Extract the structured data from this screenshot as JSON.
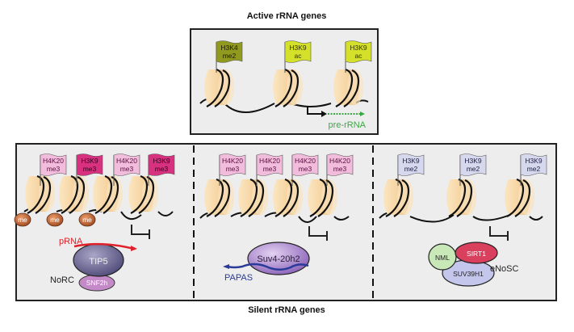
{
  "active": {
    "title": "Active rRNA genes",
    "flags": [
      {
        "line1": "H3K4",
        "line2": "me2",
        "color": "#8f9a1e",
        "text_color": "#1a1a00"
      },
      {
        "line1": "H3K9",
        "line2": "ac",
        "color": "#d4e02a",
        "text_color": "#333300"
      },
      {
        "line1": "H3K9",
        "line2": "ac",
        "color": "#d4e02a",
        "text_color": "#333300"
      }
    ],
    "transcript_label": "pre-rRNA",
    "transcript_color": "#3aa845"
  },
  "silent": {
    "title": "Silent rRNA genes",
    "panels": [
      {
        "flags": [
          {
            "line1": "H4K20",
            "line2": "me3",
            "color": "#f2bcdc",
            "text_color": "#5a1040"
          },
          {
            "line1": "H3K9",
            "line2": "me3",
            "color": "#d8317f",
            "text_color": "#3a0020"
          },
          {
            "line1": "H4K20",
            "line2": "me3",
            "color": "#f2bcdc",
            "text_color": "#5a1040"
          },
          {
            "line1": "H3K9",
            "line2": "me3",
            "color": "#d8317f",
            "text_color": "#3a0020"
          }
        ],
        "methyl_label": "me",
        "methyl_count": 3,
        "rna_label": "pRNA",
        "rna_color": "#e0202a",
        "complex_main": "TIP5",
        "complex_sub": "SNF2h",
        "complex_name": "NoRC"
      },
      {
        "flags": [
          {
            "line1": "H4K20",
            "line2": "me3",
            "color": "#f2bcdc",
            "text_color": "#5a1040"
          },
          {
            "line1": "H4K20",
            "line2": "me3",
            "color": "#f2bcdc",
            "text_color": "#5a1040"
          },
          {
            "line1": "H4K20",
            "line2": "me3",
            "color": "#f2bcdc",
            "text_color": "#5a1040"
          },
          {
            "line1": "H4K20",
            "line2": "me3",
            "color": "#f2bcdc",
            "text_color": "#5a1040"
          }
        ],
        "complex_main": "Suv4-20h2",
        "rna_label": "PAPAS",
        "rna_color": "#2a3a9a"
      },
      {
        "flags": [
          {
            "line1": "H3K9",
            "line2": "me2",
            "color": "#d6d8ee",
            "text_color": "#222244"
          },
          {
            "line1": "H3K9",
            "line2": "me2",
            "color": "#d6d8ee",
            "text_color": "#222244"
          },
          {
            "line1": "H3K9",
            "line2": "me2",
            "color": "#d6d8ee",
            "text_color": "#222244"
          }
        ],
        "subunits": [
          "NML",
          "SIRT1",
          "SUV39H1"
        ],
        "complex_name": "eNoSC"
      }
    ]
  }
}
